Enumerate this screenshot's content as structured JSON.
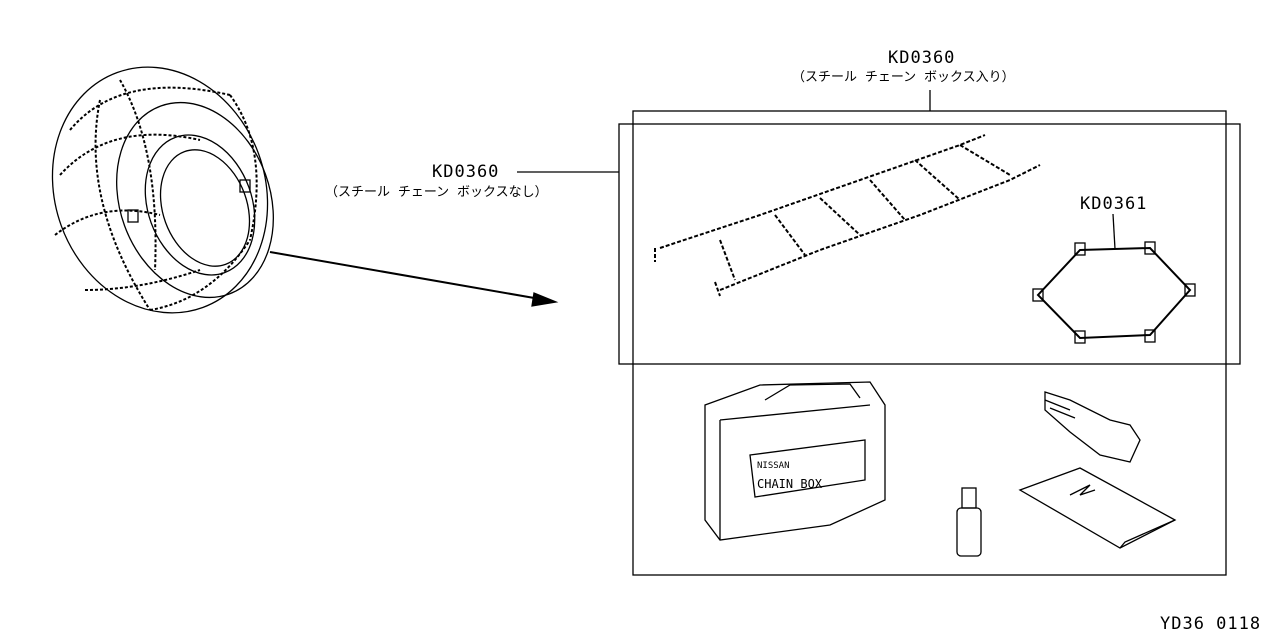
{
  "labels": {
    "with_box_code": "KD0360",
    "with_box_desc": "（スチール チェーン ボックス入り）",
    "without_box_code": "KD0360",
    "without_box_desc": "（スチール チェーン ボックスなし）",
    "tightener_code": "KD0361",
    "box_brand": "NISSAN",
    "box_text": "CHAIN BOX",
    "drawing_id": "YD36 0118"
  }
}
